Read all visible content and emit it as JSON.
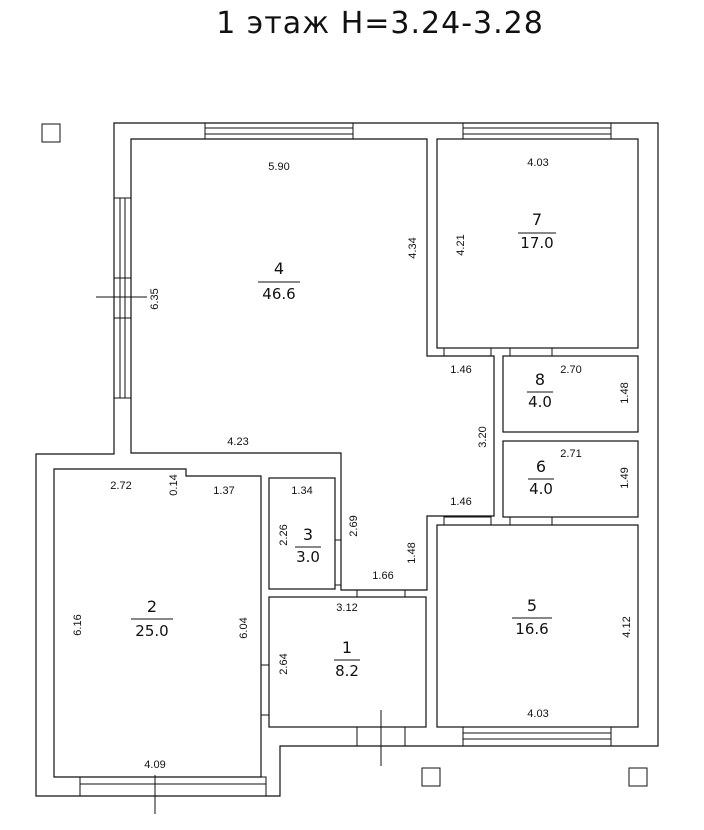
{
  "title": "1 этаж H=3.24-3.28",
  "rooms": [
    {
      "number": "1",
      "area": "8.2"
    },
    {
      "number": "2",
      "area": "25.0"
    },
    {
      "number": "3",
      "area": "3.0"
    },
    {
      "number": "4",
      "area": "46.6"
    },
    {
      "number": "5",
      "area": "16.6"
    },
    {
      "number": "6",
      "area": "4.0"
    },
    {
      "number": "7",
      "area": "17.0"
    },
    {
      "number": "8",
      "area": "4.0"
    }
  ],
  "dimensions": {
    "r4_top": "5.90",
    "r4_left": "6.35",
    "r4_right": "4.34",
    "r4_bottom": "4.23",
    "r7_top": "4.03",
    "r7_left": "4.21",
    "r8_top": "2.70",
    "r8_right": "1.48",
    "corridor_top": "1.46",
    "corridor_height": "3.20",
    "corridor_bottom": "1.46",
    "r6_top": "2.71",
    "r6_right": "1.49",
    "r2_top_left": "2.72",
    "r2_step": "0.14",
    "r2_top_right": "1.37",
    "r2_left": "6.16",
    "r2_right": "6.04",
    "r2_bottom": "4.09",
    "r3_top": "1.34",
    "r3_left": "2.26",
    "hall_right": "2.69",
    "hall_bottom": "1.66",
    "hall_step": "1.48",
    "r1_top": "3.12",
    "r1_left": "2.64",
    "r5_right": "4.12",
    "r5_bottom": "4.03"
  }
}
